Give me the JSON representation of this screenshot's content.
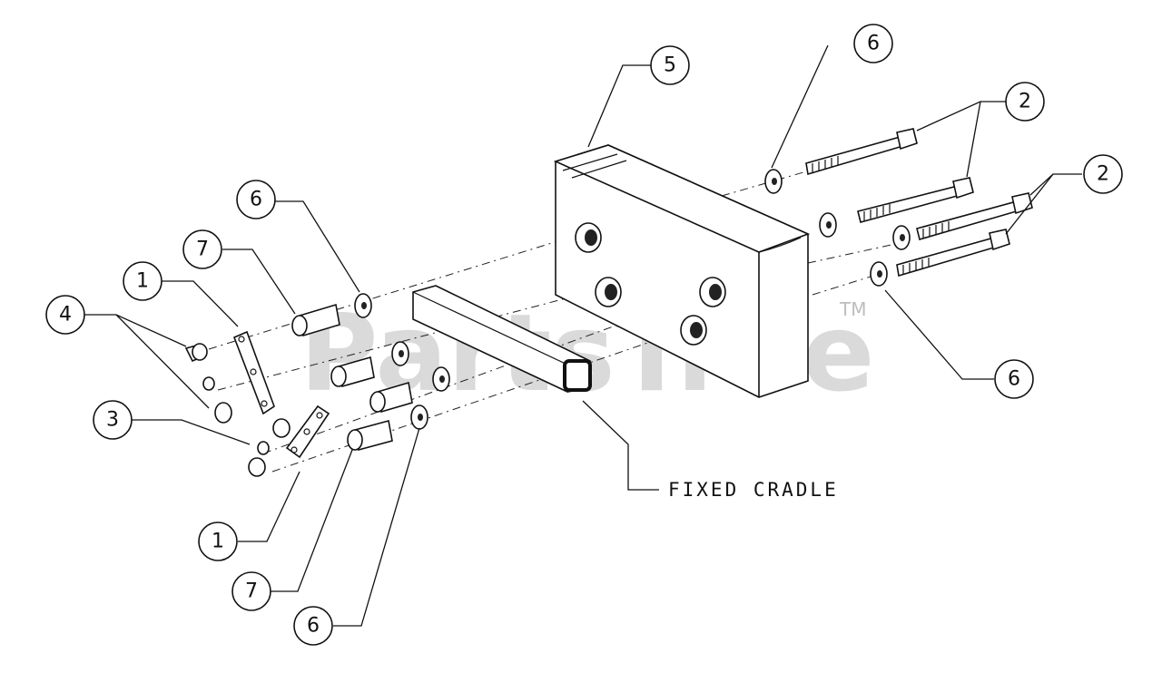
{
  "diagram": {
    "watermark": "PartsTree",
    "trademark": "TM",
    "part_label": "FIXED CRADLE",
    "callouts": {
      "c6_top": "6",
      "c5": "5",
      "c2_upper": "2",
      "c2_lower": "2",
      "c6_right": "6",
      "c6_left_top": "6",
      "c7_top": "7",
      "c1_top": "1",
      "c4": "4",
      "c3": "3",
      "c1_bottom": "1",
      "c7_bottom": "7",
      "c6_bottom": "6"
    }
  }
}
